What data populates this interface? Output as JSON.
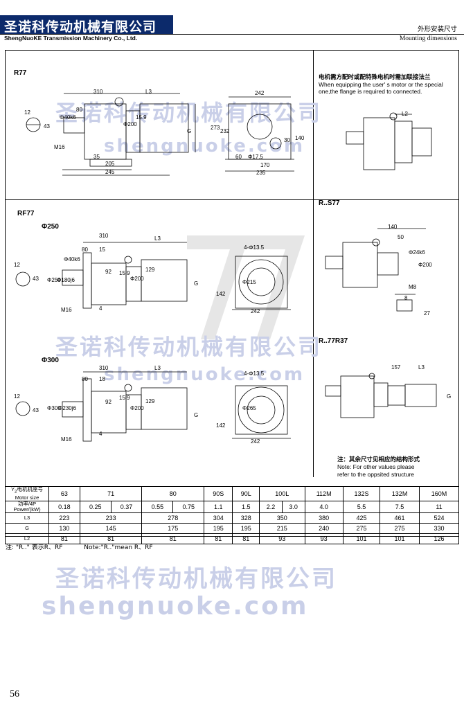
{
  "header": {
    "company_cn": "圣诺科传动机械有限公司",
    "company_en": "ShengNuoKE Transmission Machinery Co., Ltd.",
    "section_cn": "外形安装尺寸",
    "section_en": "Mounting dimensions"
  },
  "watermarks": {
    "cn": "圣诺科传动机械有限公司",
    "url": "shengnuoke.com"
  },
  "panels": {
    "r77": {
      "label": "R77",
      "dims": [
        "310",
        "L3",
        "12",
        "80",
        "Φ40k6",
        "43",
        "Φ200",
        "15.9",
        "G",
        "M16",
        "35",
        "205",
        "245",
        "242",
        "273",
        "232",
        "30",
        "140",
        "60",
        "Φ17.5",
        "170",
        "235"
      ]
    },
    "rf77": {
      "label": "RF77",
      "sub250": "Φ250",
      "sub300": "Φ300",
      "dims250": [
        "310",
        "L3",
        "80",
        "15",
        "12",
        "43",
        "Φ40k6",
        "Φ250",
        "Φ180j6",
        "92",
        "15.9",
        "Φ200",
        "129",
        "G",
        "M16",
        "4",
        "4-Φ13.5",
        "Φ215",
        "142",
        "242"
      ],
      "dims300": [
        "310",
        "L3",
        "80",
        "18",
        "12",
        "43",
        "Φ300",
        "Φ230j6",
        "92",
        "15.9",
        "Φ200",
        "129",
        "G",
        "M16",
        "4",
        "4-Φ13.5",
        "Φ265",
        "142",
        "242"
      ]
    },
    "special": {
      "note_cn": "电机需方配时或配特殊电机时需加联接法兰",
      "note_en1": "When equipping the user' s motor or the special",
      "note_en2": "one,the flange is required to connected.",
      "dims": [
        "L2"
      ]
    },
    "rs77": {
      "label": "R..S77",
      "dims": [
        "140",
        "50",
        "Φ24k6",
        "Φ200",
        "M8",
        "8",
        "27"
      ]
    },
    "r77r37": {
      "label": "R..77R37",
      "dims": [
        "157",
        "L3",
        "G"
      ]
    },
    "note": {
      "cn": "注：其余尺寸见相应的结构形式",
      "en1": "Note: For other values please",
      "en2": "refer to the oppsited structure"
    }
  },
  "table": {
    "row_heads": [
      "Y2电机机座号\nMotor size",
      "功率/4P\nPower/(kW)",
      "L3",
      "G",
      "L2"
    ],
    "motor_sizes": [
      "63",
      "71",
      "80",
      "90S",
      "90L",
      "100L",
      "112M",
      "132S",
      "132M",
      "160M"
    ],
    "power": [
      [
        "0.18"
      ],
      [
        "0.25",
        "0.37"
      ],
      [
        "0.55",
        "0.75"
      ],
      [
        "1.1"
      ],
      [
        "1.5"
      ],
      [
        "2.2",
        "3.0"
      ],
      [
        "4.0"
      ],
      [
        "5.5"
      ],
      [
        "7.5"
      ],
      [
        "11"
      ]
    ],
    "L3": [
      "223",
      "233",
      "278",
      "304",
      "328",
      "350",
      "380",
      "425",
      "461",
      "524"
    ],
    "G": [
      "130",
      "145",
      "175",
      "195",
      "195",
      "215",
      "240",
      "275",
      "275",
      "330"
    ],
    "L2": [
      "81",
      "81",
      "81",
      "81",
      "81",
      "93",
      "93",
      "101",
      "101",
      "126"
    ]
  },
  "footnote": {
    "cn": "注: \"R..\" 表示R、RF",
    "en": "Note:\"R..\"mean R、RF"
  },
  "page_number": "56"
}
